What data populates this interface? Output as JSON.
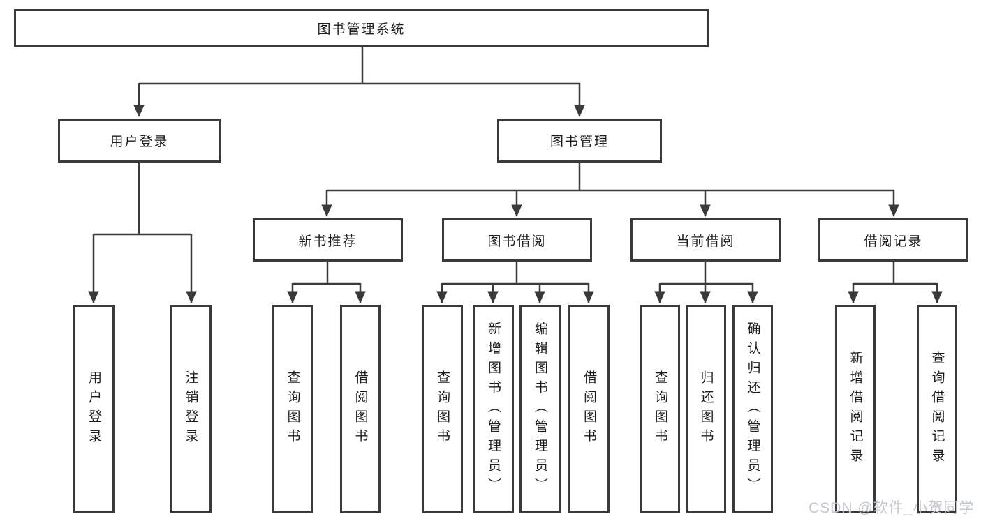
{
  "diagram": {
    "title": "图书管理系统",
    "watermark": "CSDN @软件_小贺同学",
    "colors": {
      "line": "#3a3a3a",
      "border": "#3a3a3a",
      "text": "#1e1e1e",
      "watermark": "#c3c8ce",
      "background": "#ffffff"
    },
    "nodes": {
      "root": "图书管理系统",
      "user_login": "用户登录",
      "book_mgmt": "图书管理",
      "new_book_rec": "新书推荐",
      "book_borrow": "图书借阅",
      "current_borrow": "当前借阅",
      "borrow_records": "借阅记录",
      "leaf_user_login": "用户登录",
      "leaf_logout": "注销登录",
      "rec_query_book": "查询图书",
      "rec_borrow_book": "借阅图书",
      "bb_query_book": "查询图书",
      "bb_add_book": "新增图书（管理员）",
      "bb_edit_book": "编辑图书（管理员）",
      "bb_borrow_book": "借阅图书",
      "cb_query_book": "查询图书",
      "cb_return_book": "归还图书",
      "cb_confirm_return": "确认归还（管理员）",
      "br_add_record": "新增借阅记录",
      "br_query_record": "查询借阅记录"
    },
    "hierarchy": {
      "root": "图书管理系统",
      "children": [
        {
          "label": "用户登录",
          "children": [
            "用户登录",
            "注销登录"
          ]
        },
        {
          "label": "图书管理",
          "children": [
            {
              "label": "新书推荐",
              "children": [
                "查询图书",
                "借阅图书"
              ]
            },
            {
              "label": "图书借阅",
              "children": [
                "查询图书",
                "新增图书（管理员）",
                "编辑图书（管理员）",
                "借阅图书"
              ]
            },
            {
              "label": "当前借阅",
              "children": [
                "查询图书",
                "归还图书",
                "确认归还（管理员）"
              ]
            },
            {
              "label": "借阅记录",
              "children": [
                "新增借阅记录",
                "查询借阅记录"
              ]
            }
          ]
        }
      ]
    }
  }
}
